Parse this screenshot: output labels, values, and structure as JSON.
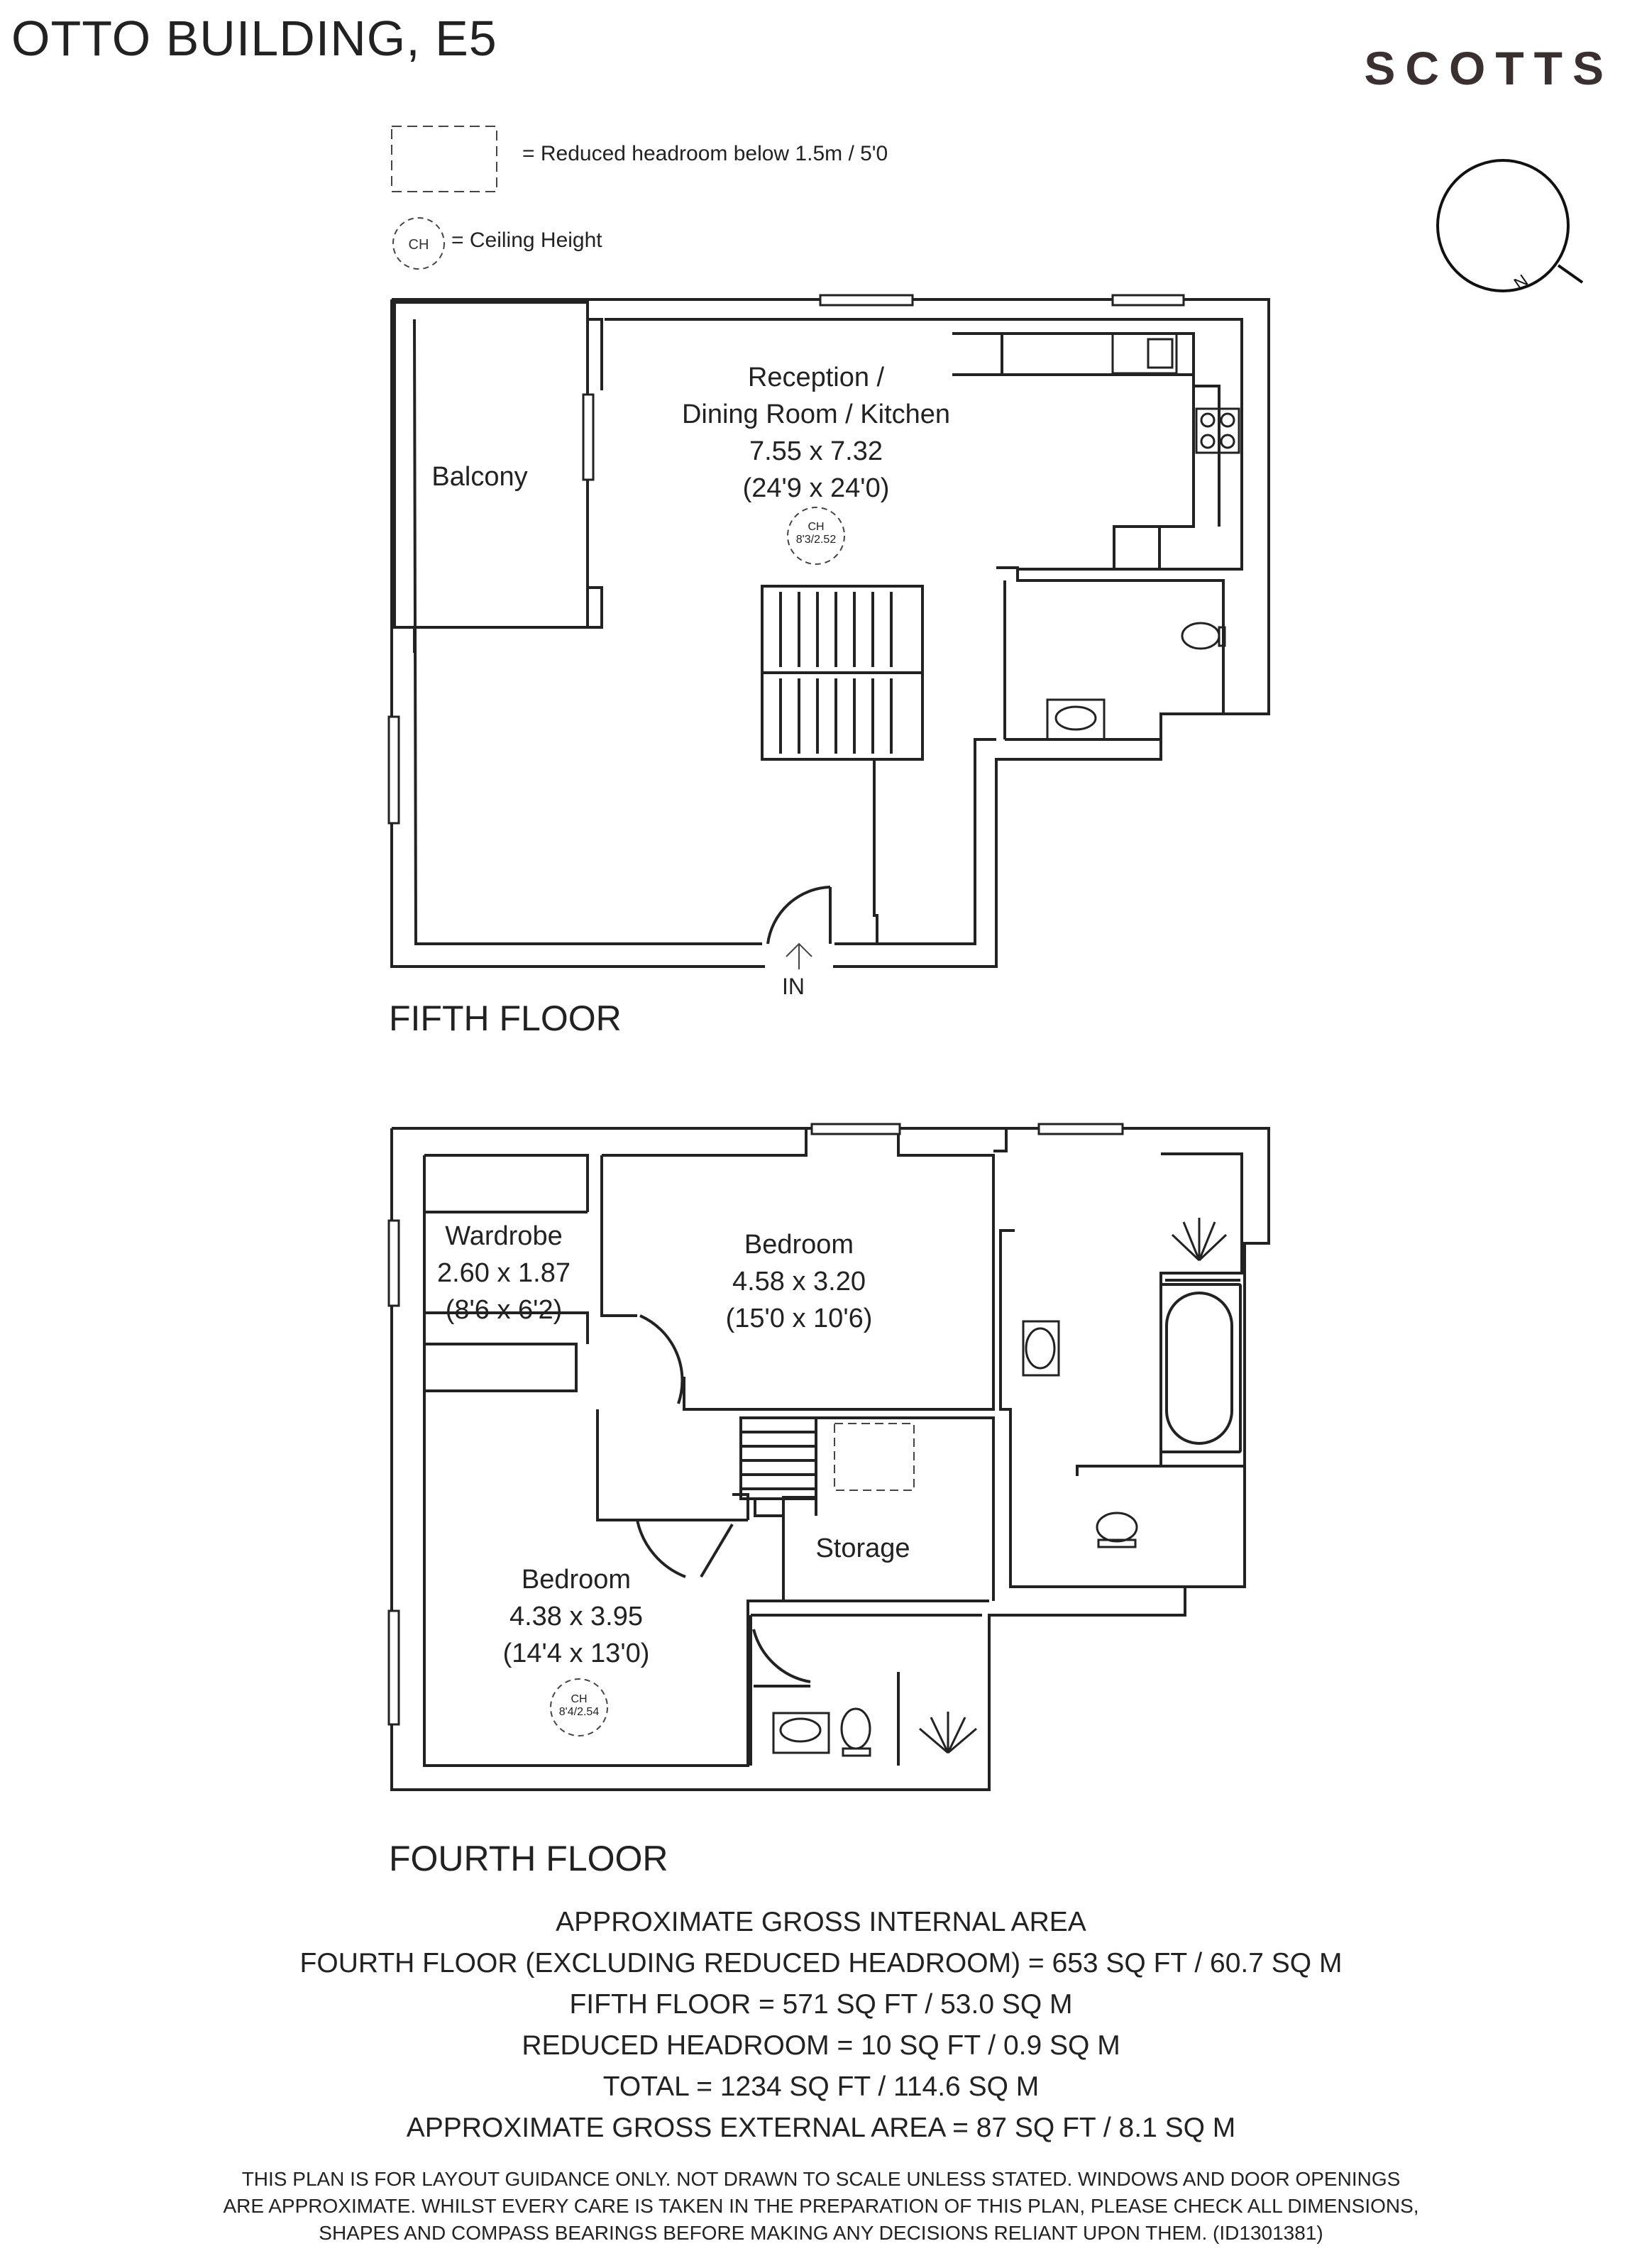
{
  "header": {
    "title": "OTTO BUILDING, E5",
    "brand": "SCOTTS"
  },
  "legend": {
    "reduced_headroom": "= Reduced headroom below 1.5m / 5'0",
    "ch_symbol": "CH",
    "ceiling_height": "= Ceiling Height"
  },
  "compass": {
    "direction": "N"
  },
  "fifth_floor": {
    "label": "FIFTH FLOOR",
    "balcony": "Balcony",
    "reception": {
      "line1": "Reception /",
      "line2": "Dining Room / Kitchen",
      "metric": "7.55 x 7.32",
      "imperial": "(24'9 x 24'0)"
    },
    "ch": {
      "label": "CH",
      "value": "8'3/2.52"
    },
    "entrance": "IN"
  },
  "fourth_floor": {
    "label": "FOURTH FLOOR",
    "wardrobe": {
      "name": "Wardrobe",
      "metric": "2.60 x 1.87",
      "imperial": "(8'6 x 6'2)"
    },
    "bedroom1": {
      "name": "Bedroom",
      "metric": "4.58 x 3.20",
      "imperial": "(15'0 x 10'6)"
    },
    "bedroom2": {
      "name": "Bedroom",
      "metric": "4.38 x 3.95",
      "imperial": "(14'4 x 13'0)"
    },
    "storage": "Storage",
    "ch": {
      "label": "CH",
      "value": "8'4/2.54"
    }
  },
  "areas": {
    "line1": "APPROXIMATE GROSS INTERNAL AREA",
    "line2": "FOURTH FLOOR (EXCLUDING REDUCED HEADROOM) = 653 SQ FT / 60.7 SQ M",
    "line3": "FIFTH FLOOR = 571 SQ FT / 53.0 SQ M",
    "line4": "REDUCED HEADROOM = 10 SQ FT / 0.9 SQ M",
    "line5": "TOTAL = 1234 SQ FT / 114.6 SQ M",
    "line6": "APPROXIMATE GROSS EXTERNAL AREA = 87 SQ FT / 8.1 SQ M"
  },
  "disclaimer": {
    "line1": "THIS PLAN IS FOR LAYOUT GUIDANCE ONLY. NOT DRAWN TO SCALE UNLESS STATED. WINDOWS AND DOOR OPENINGS",
    "line2": "ARE APPROXIMATE. WHILST EVERY CARE IS TAKEN IN THE PREPARATION OF THIS PLAN, PLEASE CHECK ALL DIMENSIONS,",
    "line3": "SHAPES AND COMPASS BEARINGS BEFORE MAKING ANY DECISIONS RELIANT UPON THEM. (ID1301381)"
  }
}
